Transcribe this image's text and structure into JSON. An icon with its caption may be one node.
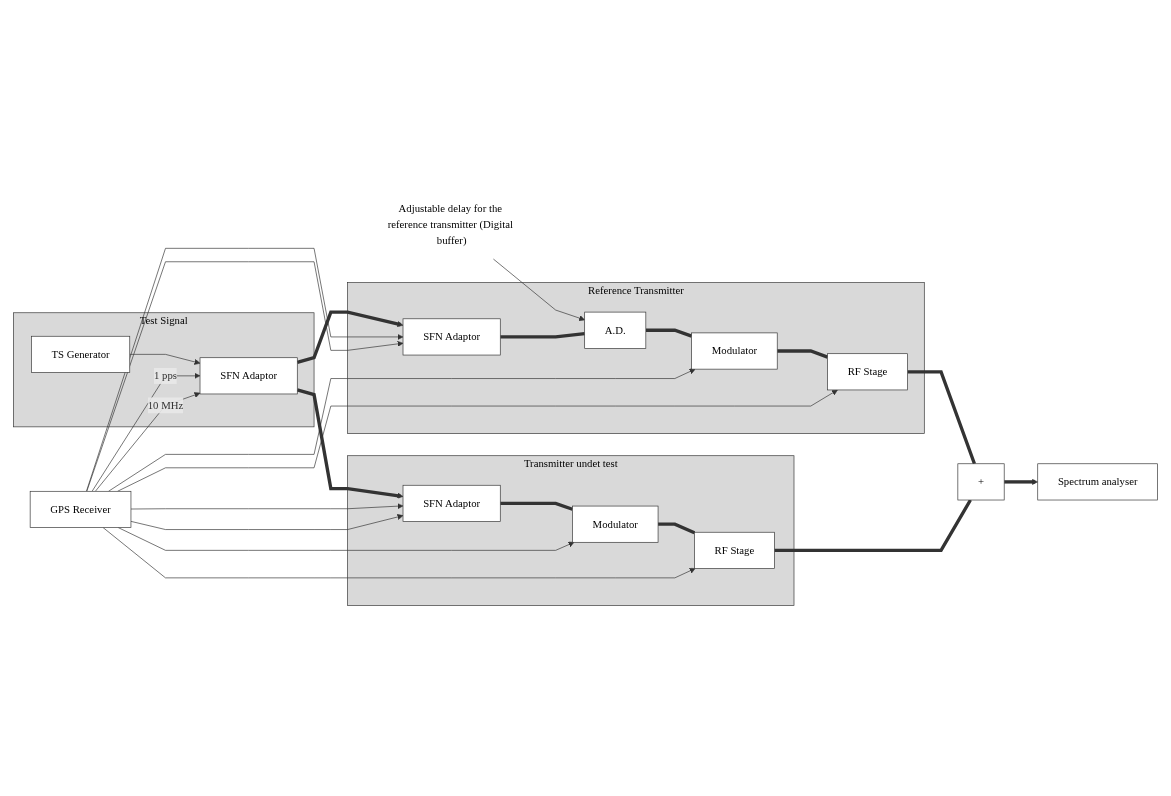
{
  "diagram": {
    "nodes": [
      {
        "text": [
          "Adjustable delay for the reference transmitter (Digital buffer)"
        ]
      },
      {
        "text": [
          "Reference Transmitter"
        ]
      },
      {
        "text": [
          "SFN Adaptor"
        ],
        "in": 1
      },
      {
        "text": [
          "A.D."
        ],
        "in": 1
      },
      {
        "text": [
          "Modulator"
        ],
        "in": 1
      },
      {
        "text": [
          "RF Stage"
        ],
        "in": 1
      },
      {
        "text": [
          "Test Signal"
        ]
      },
      {
        "text": [
          "TS Generator"
        ],
        "in": 6
      },
      {
        "text": [
          "SFN Adaptor"
        ],
        "in": 6
      },
      {
        "text": [
          "+"
        ]
      },
      {
        "text": [
          "Spectrum analyser"
        ]
      },
      {
        "text": [
          "Transmitter undet test"
        ]
      },
      {
        "text": [
          "SFN Adaptor"
        ],
        "in": 11
      },
      {
        "text": [
          "Modulator"
        ],
        "in": 11
      },
      {
        "text": [
          "RF Stage"
        ],
        "in": 11
      },
      {
        "text": [
          "GPS Receiver"
        ]
      }
    ],
    "edges": [
      {
        "from": 0,
        "to": 3,
        "arrow": "to"
      },
      {
        "from": 7,
        "to": 8,
        "arrow": "to"
      },
      {
        "from": 8,
        "to": 2,
        "arrow": "to",
        "style": "thick"
      },
      {
        "from": 8,
        "to": 12,
        "arrow": "to",
        "style": "thick"
      },
      {
        "from": 2,
        "to": 3,
        "arrow": "none",
        "style": "thick"
      },
      {
        "from": 3,
        "to": 4,
        "arrow": "none",
        "style": "thick"
      },
      {
        "from": 4,
        "to": 5,
        "arrow": "none",
        "style": "thick"
      },
      {
        "from": 5,
        "to": 9,
        "arrow": "none",
        "style": "thick"
      },
      {
        "from": 12,
        "to": 13,
        "arrow": "none",
        "style": "thick"
      },
      {
        "from": 13,
        "to": 14,
        "arrow": "none",
        "style": "thick"
      },
      {
        "from": 14,
        "to": 9,
        "arrow": "none",
        "style": "thick"
      },
      {
        "from": 9,
        "to": 10,
        "arrow": "to",
        "style": "thick"
      },
      {
        "from": 15,
        "to": 8,
        "arrow": "to",
        "label": "1 pps"
      },
      {
        "from": 15,
        "to": 12,
        "arrow": "to"
      },
      {
        "from": 15,
        "to": 2,
        "arrow": "to"
      },
      {
        "from": 15,
        "to": 8,
        "arrow": "to",
        "label": "10 MHz"
      },
      {
        "from": 15,
        "to": 2,
        "arrow": "to"
      },
      {
        "from": 15,
        "to": 4,
        "arrow": "to"
      },
      {
        "from": 15,
        "to": 5,
        "arrow": "to"
      },
      {
        "from": 15,
        "to": 12,
        "arrow": "to"
      },
      {
        "from": 15,
        "to": 13,
        "arrow": "to"
      },
      {
        "from": 15,
        "to": 14,
        "arrow": "to"
      }
    ]
  }
}
